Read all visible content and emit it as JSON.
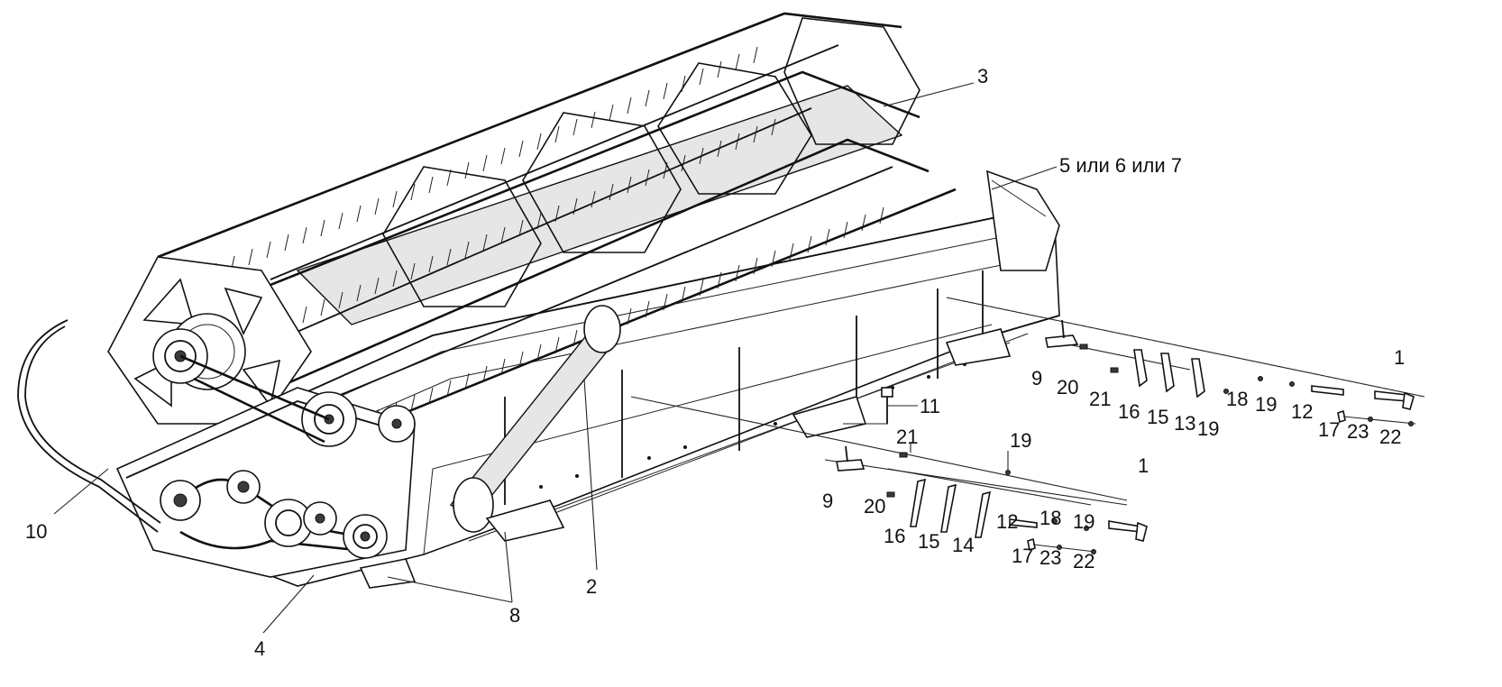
{
  "callouts": [
    {
      "id": "c1a",
      "text": "1"
    },
    {
      "id": "c1b",
      "text": "1"
    },
    {
      "id": "c2",
      "text": "2"
    },
    {
      "id": "c3",
      "text": "3"
    },
    {
      "id": "c4",
      "text": "4"
    },
    {
      "id": "c567",
      "text": "5 или 6 или 7"
    },
    {
      "id": "c8",
      "text": "8"
    },
    {
      "id": "c9a",
      "text": "9"
    },
    {
      "id": "c9b",
      "text": "9"
    },
    {
      "id": "c10",
      "text": "10"
    },
    {
      "id": "c11",
      "text": "11"
    },
    {
      "id": "c12a",
      "text": "12"
    },
    {
      "id": "c12b",
      "text": "12"
    },
    {
      "id": "c13",
      "text": "13"
    },
    {
      "id": "c14",
      "text": "14"
    },
    {
      "id": "c15a",
      "text": "15"
    },
    {
      "id": "c15b",
      "text": "15"
    },
    {
      "id": "c16a",
      "text": "16"
    },
    {
      "id": "c16b",
      "text": "16"
    },
    {
      "id": "c17a",
      "text": "17"
    },
    {
      "id": "c17b",
      "text": "17"
    },
    {
      "id": "c18a",
      "text": "18"
    },
    {
      "id": "c18b",
      "text": "18"
    },
    {
      "id": "c19a",
      "text": "19"
    },
    {
      "id": "c19b",
      "text": "19"
    },
    {
      "id": "c19c",
      "text": "19"
    },
    {
      "id": "c19d",
      "text": "19"
    },
    {
      "id": "c20a",
      "text": "20"
    },
    {
      "id": "c20b",
      "text": "20"
    },
    {
      "id": "c21a",
      "text": "21"
    },
    {
      "id": "c21b",
      "text": "21"
    },
    {
      "id": "c22a",
      "text": "22"
    },
    {
      "id": "c22b",
      "text": "22"
    },
    {
      "id": "c23a",
      "text": "23"
    },
    {
      "id": "c23b",
      "text": "23"
    }
  ]
}
